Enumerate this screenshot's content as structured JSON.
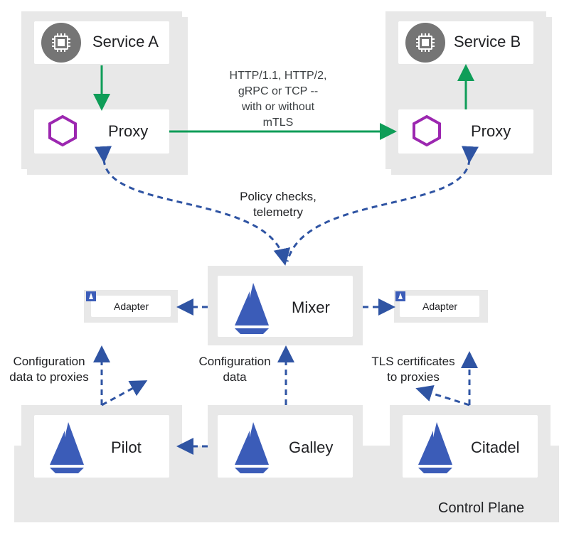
{
  "services": {
    "a": {
      "name": "Service A",
      "icon": "chip-icon"
    },
    "b": {
      "name": "Service B",
      "icon": "chip-icon"
    }
  },
  "proxy": {
    "label_a": "Proxy",
    "label_b": "Proxy",
    "icon": "hexagon-icon"
  },
  "link": {
    "protocol_text": "HTTP/1.1, HTTP/2, gRPC or TCP -- with or without mTLS",
    "line1": "HTTP/1.1, HTTP/2,",
    "line2": "gRPC or TCP --",
    "line3": "with or without",
    "line4": "mTLS"
  },
  "policy": {
    "line1": "Policy checks,",
    "line2": "telemetry"
  },
  "mixer": {
    "name": "Mixer",
    "icon": "sail-icon"
  },
  "adapters": {
    "left": "Adapter",
    "right": "Adapter"
  },
  "notes": {
    "config_proxies_1": "Configuration",
    "config_proxies_2": "data to proxies",
    "config_data_1": "Configuration",
    "config_data_2": "data",
    "tls_1": "TLS certificates",
    "tls_2": "to proxies"
  },
  "control_plane": {
    "label": "Control Plane",
    "components": [
      "Pilot",
      "Galley",
      "Citadel"
    ]
  },
  "colors": {
    "green": "#0f9d58",
    "blue_dash": "#2f54a3",
    "sail": "#3b5cb8",
    "hexagon": "#9c27b0",
    "panel": "#e8e8e8"
  }
}
